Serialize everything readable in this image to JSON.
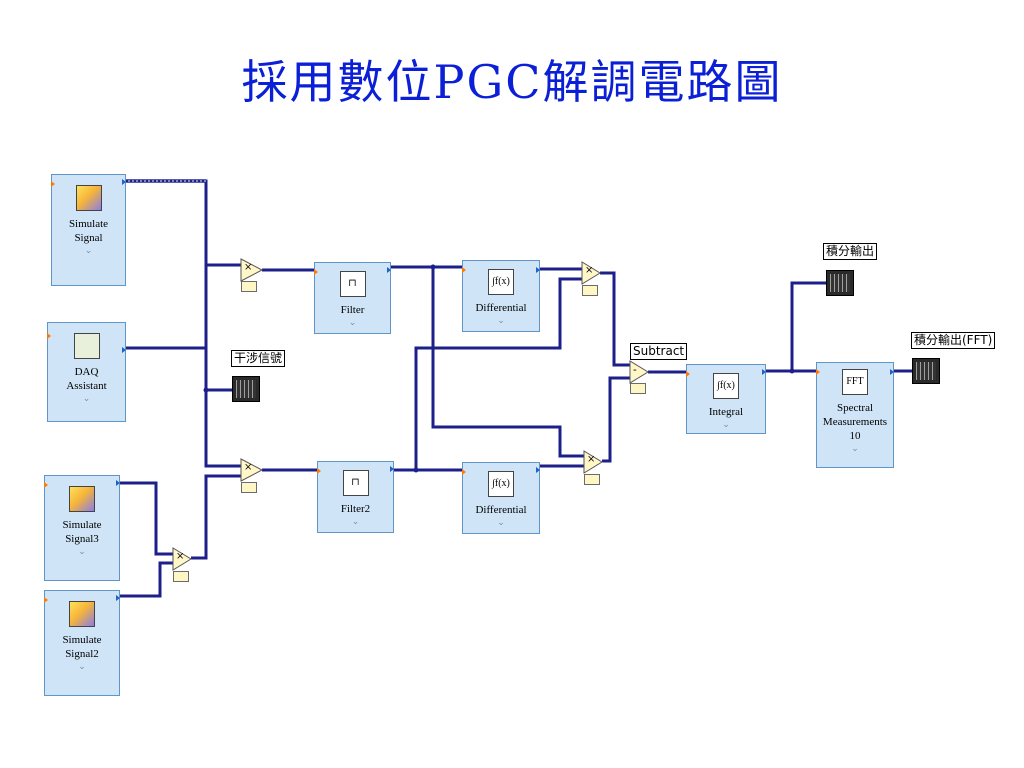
{
  "title": "採用數位PGC解調電路圖",
  "blocks": {
    "simulate_signal": {
      "line1": "Simulate",
      "line2": "Signal"
    },
    "daq_assistant": {
      "line1": "DAQ",
      "line2": "Assistant"
    },
    "simulate_signal3": {
      "line1": "Simulate",
      "line2": "Signal3"
    },
    "simulate_signal2": {
      "line1": "Simulate",
      "line2": "Signal2"
    },
    "filter": {
      "line1": "Filter"
    },
    "filter2": {
      "line1": "Filter2"
    },
    "differential_top": {
      "line1": "Differential",
      "icon": "∫f(x)"
    },
    "differential_bottom": {
      "line1": "Differential",
      "icon": "∫f(x)"
    },
    "integral": {
      "line1": "Integral",
      "icon": "∫f(x)"
    },
    "spectral": {
      "line1": "Spectral",
      "line2": "Measurements",
      "line3": "10",
      "icon": "FFT"
    }
  },
  "labels": {
    "interference": "干涉信號",
    "subtract": "Subtract",
    "integral_output": "積分輸出",
    "integral_output_fft": "積分輸出(FFT)"
  },
  "operators": {
    "multiply_symbol": "×",
    "subtract_symbol": "-"
  },
  "chevron": "⌄",
  "colors": {
    "title": "#0b1fd6",
    "block_fill": "#cfe5f7",
    "wire": "#1d1f8a"
  }
}
